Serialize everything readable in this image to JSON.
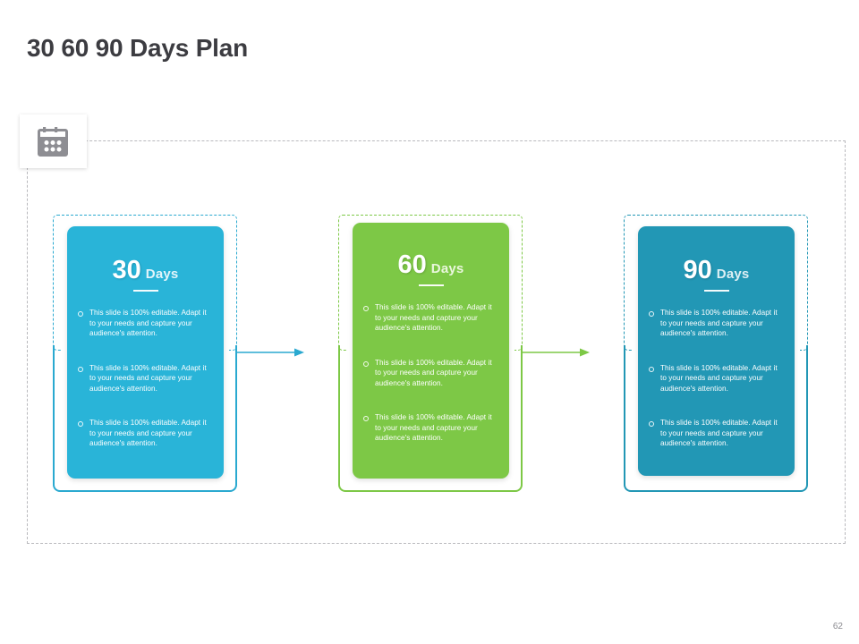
{
  "slide": {
    "title": "30 60 90 Days Plan",
    "page_number": "62",
    "icon": "calendar-icon",
    "background": "#ffffff",
    "title_color": "#3c3c41",
    "frame_border_color": "#b9b9bd"
  },
  "bullet_text": "This slide is 100% editable. Adapt it to your needs and capture your audience's attention.",
  "columns": [
    {
      "number": "30",
      "unit": "Days",
      "color": "#29b4d8",
      "accent": "#2aa9d0",
      "bullets": [
        "This slide is 100% editable. Adapt it to your needs and capture your audience's attention.",
        "This slide is 100% editable. Adapt it to your needs and capture your audience's attention.",
        "This slide is 100% editable. Adapt it to your needs and capture your audience's attention."
      ]
    },
    {
      "number": "60",
      "unit": "Days",
      "color": "#7dc846",
      "accent": "#7dc846",
      "bullets": [
        "This slide is 100% editable. Adapt it to your needs and capture your audience's attention.",
        "This slide is 100% editable. Adapt it to your needs and capture your audience's attention.",
        "This slide is 100% editable. Adapt it to your needs and capture your audience's attention."
      ]
    },
    {
      "number": "90",
      "unit": "Days",
      "color": "#2297b5",
      "accent": "#2297b5",
      "bullets": [
        "This slide is 100% editable. Adapt it to your needs and capture your audience's attention.",
        "This slide is 100% editable. Adapt it to your needs and capture your audience's attention.",
        "This slide is 100% editable. Adapt it to your needs and capture your audience's attention."
      ]
    }
  ],
  "connectors": [
    {
      "name": "arrow-30-to-60",
      "color": "#2aa9d0"
    },
    {
      "name": "arrow-60-to-90",
      "color": "#7dc846"
    }
  ]
}
